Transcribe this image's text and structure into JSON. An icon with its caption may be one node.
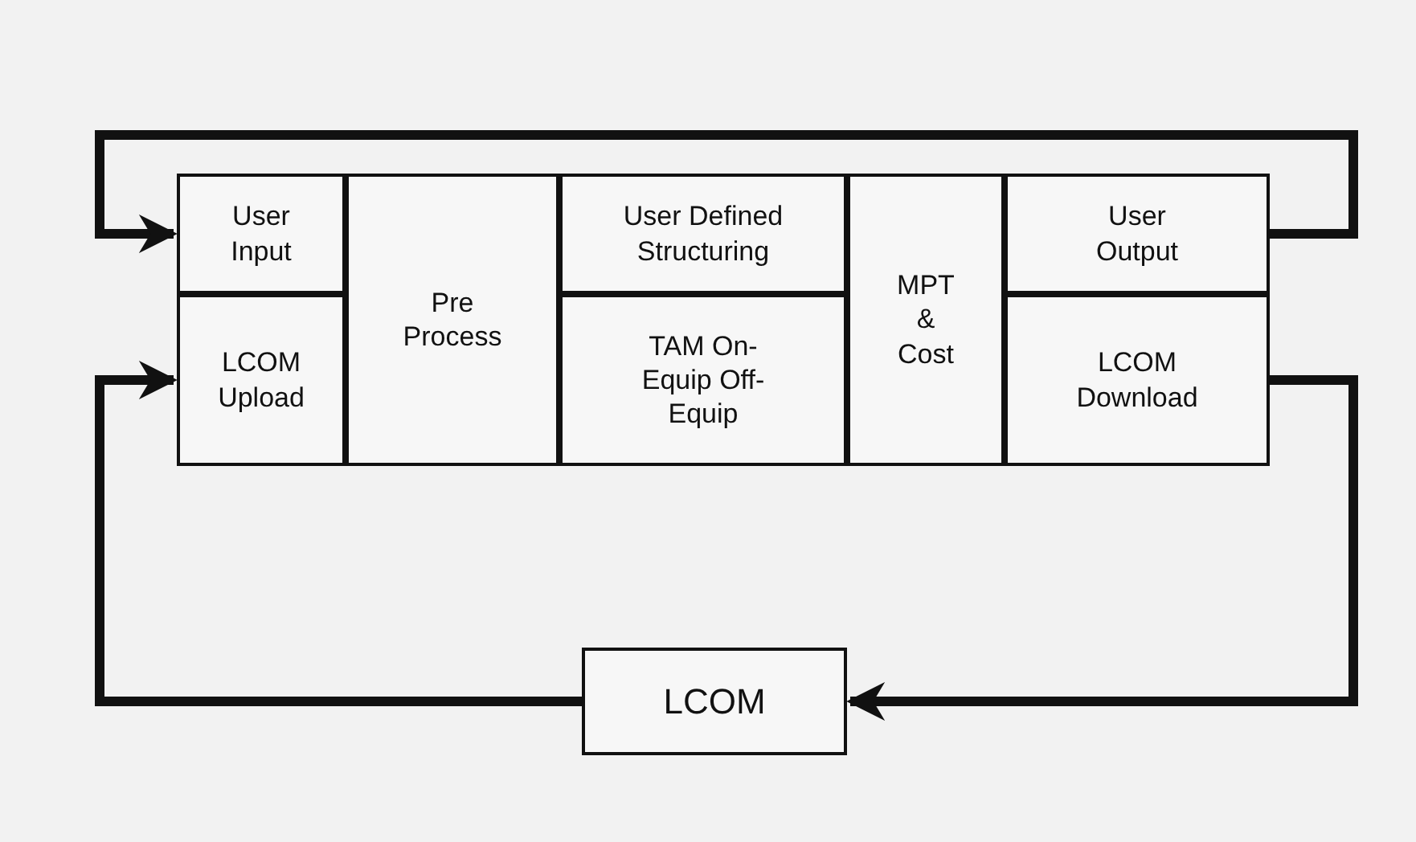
{
  "diagram": {
    "nodes": [
      {
        "text": [
          "User Input"
        ]
      },
      {
        "text": [
          "LCOM Upload"
        ]
      },
      {
        "text": [
          "Pre Process"
        ]
      },
      {
        "text": [
          "User Defined Structuring"
        ]
      },
      {
        "text": [
          "TAM On-Equip Off-Equip"
        ]
      },
      {
        "text": [
          "MPT & Cost"
        ]
      },
      {
        "text": [
          "User Output"
        ]
      },
      {
        "text": [
          "LCOM Download"
        ]
      },
      {
        "text": [
          "LCOM"
        ]
      }
    ],
    "edges": [
      {
        "from": 6,
        "to": 0,
        "arrow": "to"
      },
      {
        "from": 7,
        "to": 8,
        "arrow": "to"
      },
      {
        "from": 8,
        "to": 1,
        "arrow": "to"
      }
    ]
  }
}
